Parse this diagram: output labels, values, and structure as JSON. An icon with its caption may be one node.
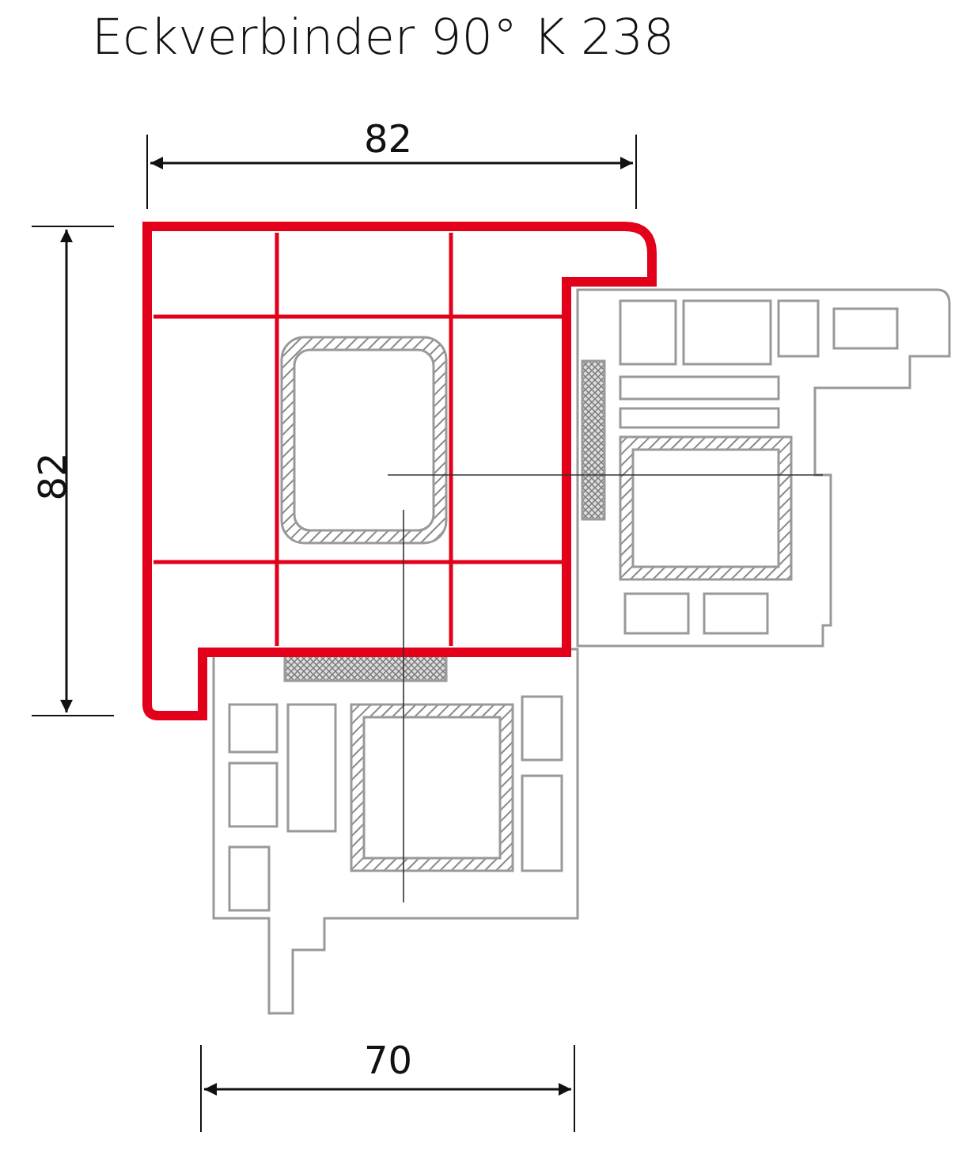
{
  "diagram": {
    "title": "Eckverbinder 90° K 238",
    "labels": [
      "82",
      "82",
      "70"
    ]
  }
}
